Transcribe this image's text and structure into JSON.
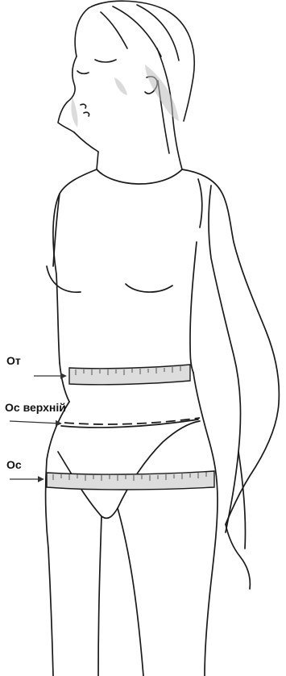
{
  "labels": {
    "waist": "От",
    "upper_hip": "Ос верхній",
    "hip": "Ос"
  },
  "colors": {
    "line": "#1a1a1a",
    "shade": "#bdbdbd",
    "tape": "#dddddd"
  }
}
